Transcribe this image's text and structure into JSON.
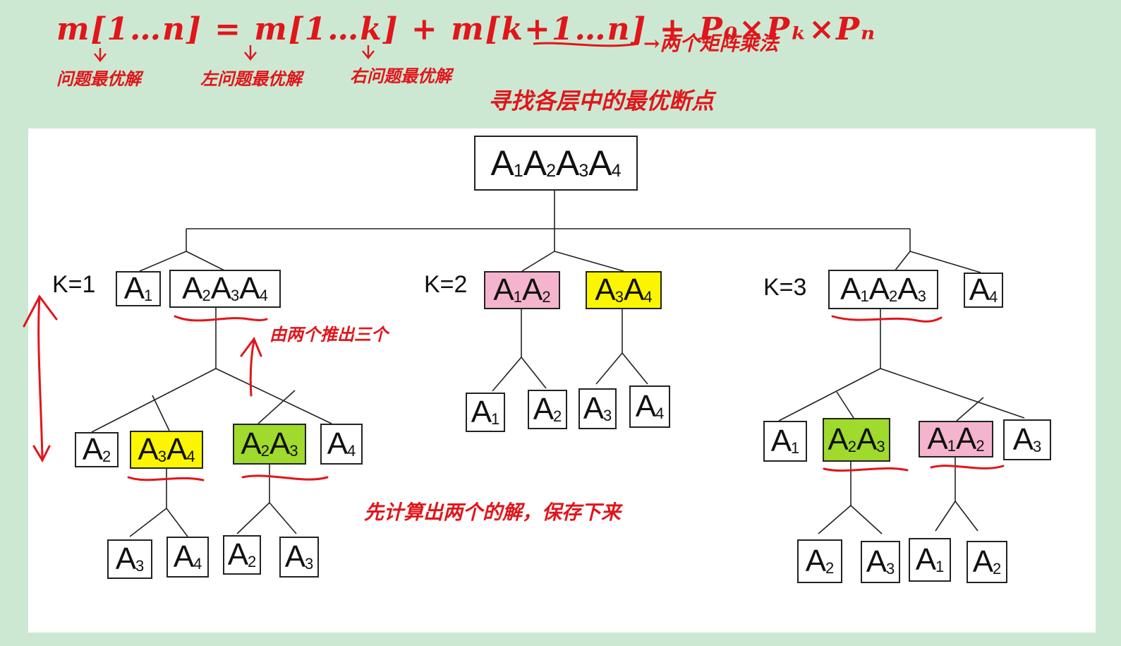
{
  "annotations": {
    "formula": "m[1…n] = m[1…k] + m[k+1…n] + P₀×Pₖ×Pₙ",
    "formula_note": "→两个矩阵乘法",
    "sub1": "问题最优解",
    "sub2": "左问题最优解",
    "sub3": "右问题最优解",
    "goal": "寻找各层中的最优断点",
    "derive": "由两个推出三个",
    "compute": "先计算出两个的解，保存下来"
  },
  "labels": {
    "k1": "K=1",
    "k2": "K=2",
    "k3": "K=3"
  },
  "colors": {
    "pink": "#f5b4cd",
    "yellow": "#fbf500",
    "green": "#9fda2c",
    "ink": "#e0161b"
  },
  "nodes": [
    {
      "id": "root",
      "ms": [
        1,
        2,
        3,
        4
      ]
    },
    {
      "id": "k1-a1",
      "ms": [
        1
      ]
    },
    {
      "id": "k1-a234",
      "ms": [
        2,
        3,
        4
      ]
    },
    {
      "id": "k1-a2",
      "ms": [
        2
      ]
    },
    {
      "id": "k1-a34",
      "ms": [
        3,
        4
      ],
      "fill": "yellow"
    },
    {
      "id": "k1-a23",
      "ms": [
        2,
        3
      ],
      "fill": "green"
    },
    {
      "id": "k1-a4",
      "ms": [
        4
      ]
    },
    {
      "id": "k1-l-a3",
      "ms": [
        3
      ]
    },
    {
      "id": "k1-l-a4",
      "ms": [
        4
      ]
    },
    {
      "id": "k1-r-a2",
      "ms": [
        2
      ]
    },
    {
      "id": "k1-r-a3",
      "ms": [
        3
      ]
    },
    {
      "id": "k2-a12",
      "ms": [
        1,
        2
      ],
      "fill": "pink"
    },
    {
      "id": "k2-a34",
      "ms": [
        3,
        4
      ],
      "fill": "yellow"
    },
    {
      "id": "k2-a1",
      "ms": [
        1
      ]
    },
    {
      "id": "k2-a2",
      "ms": [
        2
      ]
    },
    {
      "id": "k2-a3",
      "ms": [
        3
      ]
    },
    {
      "id": "k2-a4",
      "ms": [
        4
      ]
    },
    {
      "id": "k3-a123",
      "ms": [
        1,
        2,
        3
      ]
    },
    {
      "id": "k3-a4",
      "ms": [
        4
      ]
    },
    {
      "id": "k3-a1",
      "ms": [
        1
      ]
    },
    {
      "id": "k3-a23",
      "ms": [
        2,
        3
      ],
      "fill": "green"
    },
    {
      "id": "k3-a12",
      "ms": [
        1,
        2
      ],
      "fill": "pink"
    },
    {
      "id": "k3-a3",
      "ms": [
        3
      ]
    },
    {
      "id": "k3-l-a2",
      "ms": [
        2
      ]
    },
    {
      "id": "k3-l-a3",
      "ms": [
        3
      ]
    },
    {
      "id": "k3-r-a1",
      "ms": [
        1
      ]
    },
    {
      "id": "k3-r-a2",
      "ms": [
        2
      ]
    }
  ]
}
